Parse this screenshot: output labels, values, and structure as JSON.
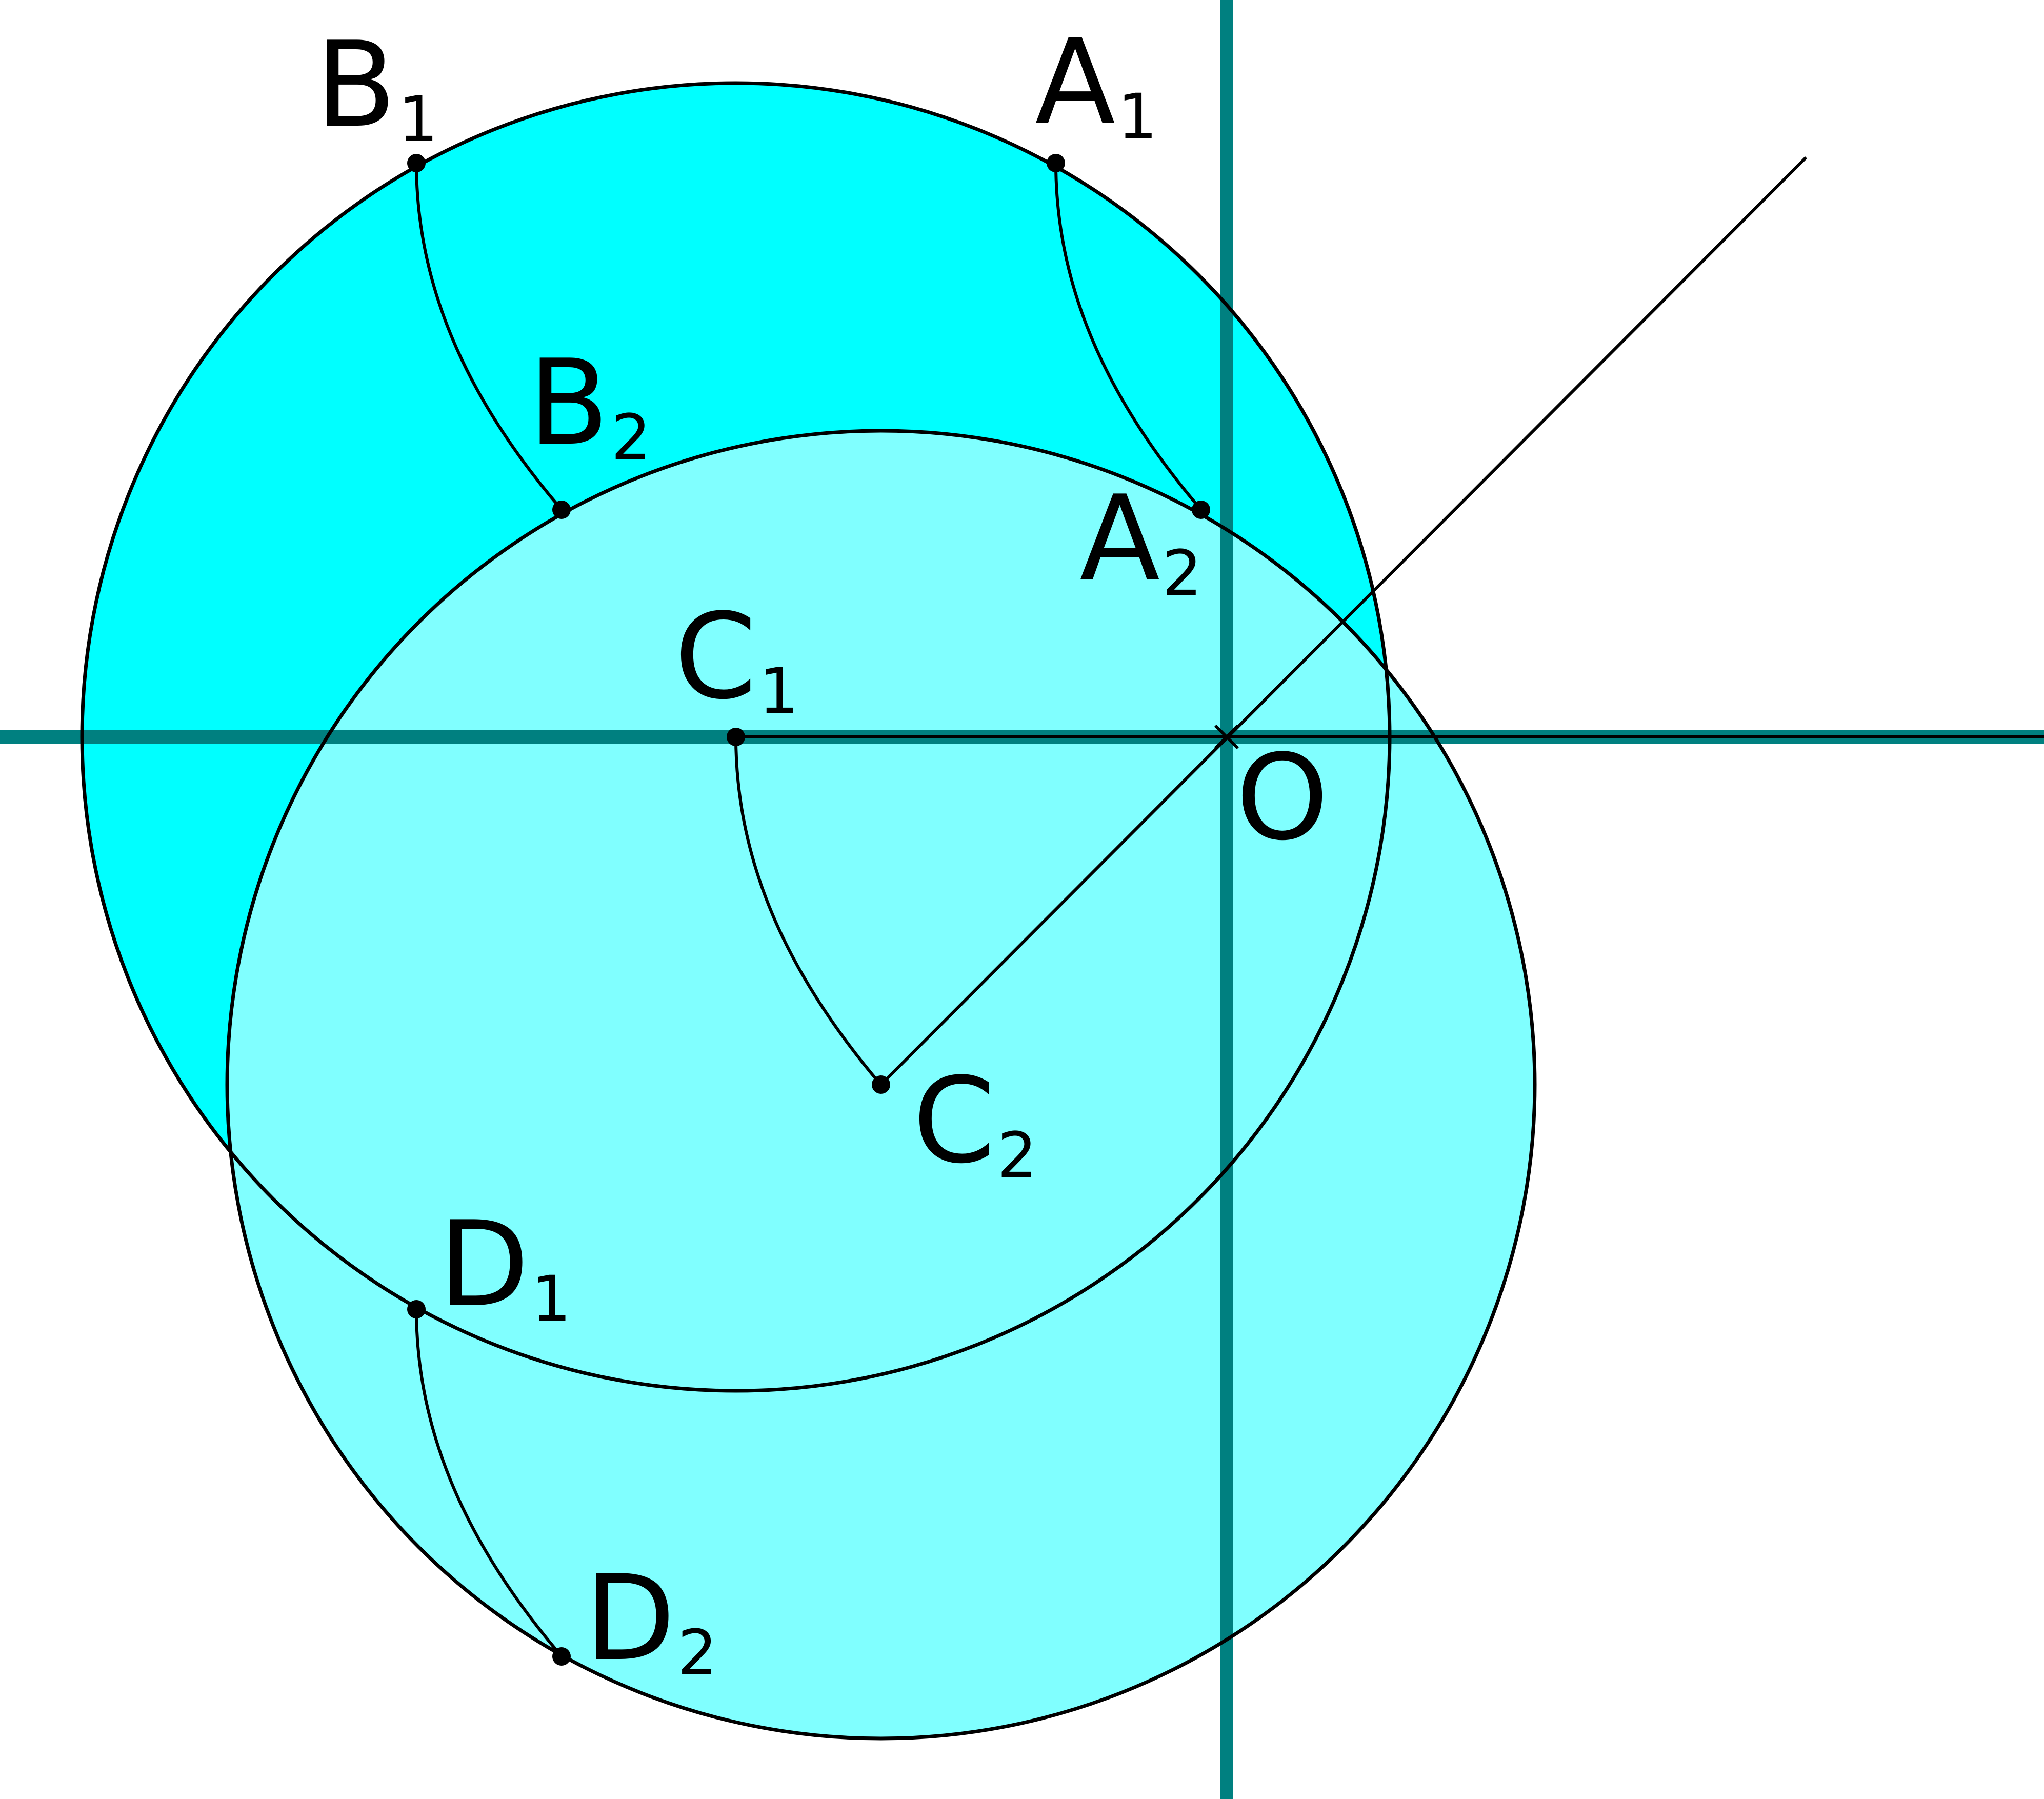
{
  "colors": {
    "circle_1_fill": "#00ffff",
    "circle_2_fill": "#80ffff",
    "axis": "#008080",
    "stroke": "#000000",
    "background": "#ffffff"
  },
  "labels": {
    "a1": {
      "letter": "A",
      "index": "1"
    },
    "b1": {
      "letter": "B",
      "index": "1"
    },
    "c1": {
      "letter": "C",
      "index": "1"
    },
    "d1": {
      "letter": "D",
      "index": "1"
    },
    "a2": {
      "letter": "A",
      "index": "2"
    },
    "b2": {
      "letter": "B",
      "index": "2"
    },
    "c2": {
      "letter": "C",
      "index": "2"
    },
    "d2": {
      "letter": "D",
      "index": "2"
    },
    "o": "O"
  }
}
